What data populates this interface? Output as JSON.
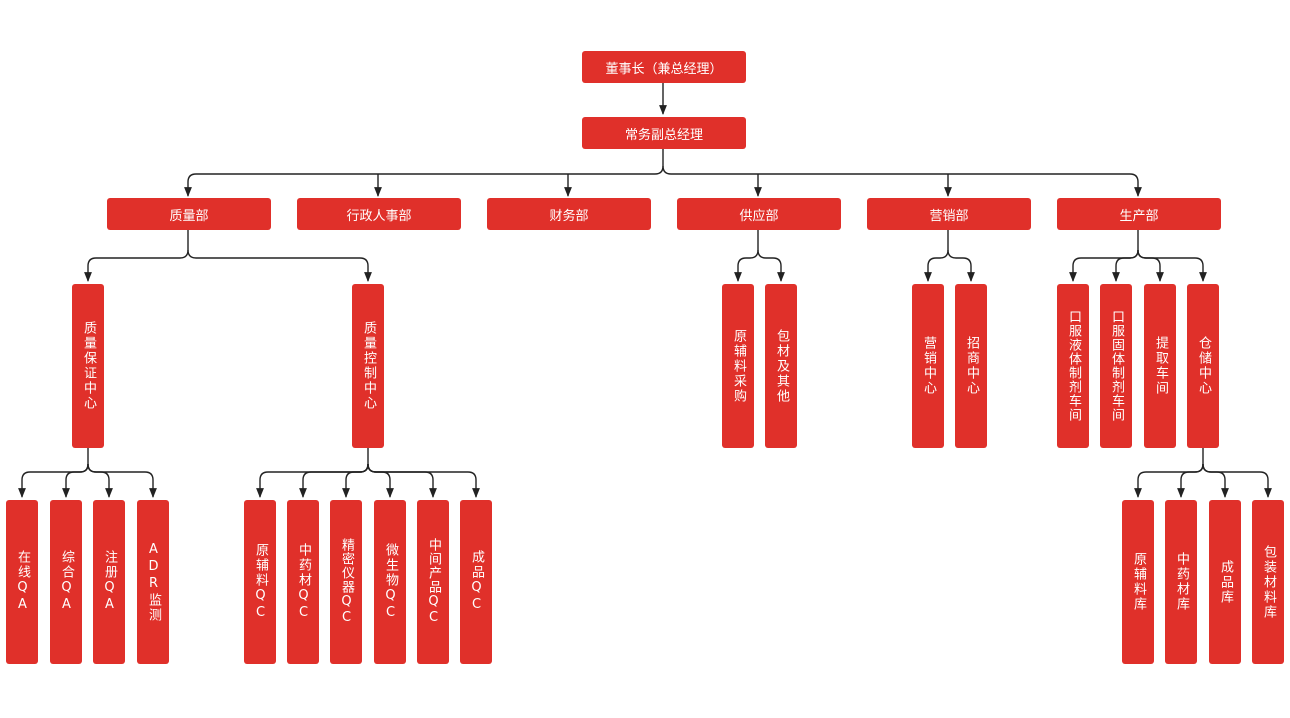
{
  "chairman": "董事长（兼总经理）",
  "executive_vp": "常务副总经理",
  "departments": {
    "quality": "质量部",
    "admin_hr": "行政人事部",
    "finance": "财务部",
    "supply": "供应部",
    "marketing": "营销部",
    "production": "生产部"
  },
  "quality": {
    "qa_center": "质量保证中心",
    "qc_center": "质量控制中心",
    "qa_units": [
      "在线QA",
      "综合QA",
      "注册QA",
      "ADR监测"
    ],
    "qc_units": [
      "原辅料QC",
      "中药材QC",
      "精密仪器QC",
      "微生物QC",
      "中间产品QC",
      "成品QC"
    ]
  },
  "supply": {
    "units": [
      "原辅料采购",
      "包材及其他"
    ]
  },
  "marketing": {
    "units": [
      "营销中心",
      "招商中心"
    ]
  },
  "production": {
    "units": [
      "口服液体制剂车间",
      "口服固体制剂车间",
      "提取车间",
      "仓储中心"
    ],
    "warehouse_units": [
      "原辅料库",
      "中药材库",
      "成品库",
      "包装材料库"
    ]
  },
  "colors": {
    "box": "#e0302a",
    "text": "#ffffff",
    "line": "#222222"
  }
}
